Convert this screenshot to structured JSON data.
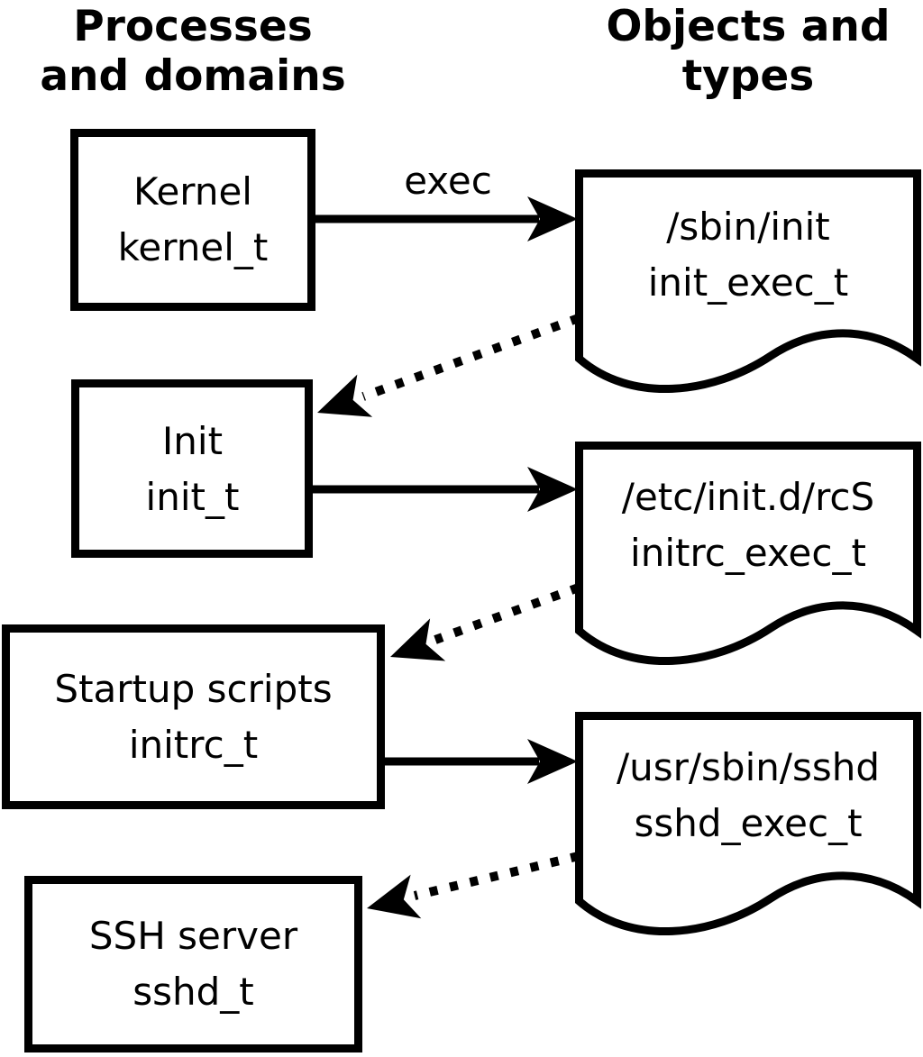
{
  "headers": {
    "left": {
      "line1": "Processes",
      "line2": "and domains"
    },
    "right": {
      "line1": "Objects and",
      "line2": "types"
    }
  },
  "processes": [
    {
      "id": "kernel",
      "name": "Kernel",
      "type": "kernel_t"
    },
    {
      "id": "init",
      "name": "Init",
      "type": "init_t"
    },
    {
      "id": "initrc",
      "name": "Startup scripts",
      "type": "initrc_t"
    },
    {
      "id": "sshd",
      "name": "SSH server",
      "type": "sshd_t"
    }
  ],
  "objects": [
    {
      "id": "sbin-init",
      "path": "/sbin/init",
      "type": "init_exec_t"
    },
    {
      "id": "etc-init-rcs",
      "path": "/etc/init.d/rcS",
      "type": "initrc_exec_t"
    },
    {
      "id": "usr-sbin-sshd",
      "path": "/usr/sbin/sshd",
      "type": "sshd_exec_t"
    }
  ],
  "arrows": [
    {
      "from": "kernel",
      "to": "sbin-init",
      "style": "solid",
      "label": "exec"
    },
    {
      "from": "sbin-init",
      "to": "init",
      "style": "dotted",
      "label": ""
    },
    {
      "from": "init",
      "to": "etc-init-rcs",
      "style": "solid",
      "label": ""
    },
    {
      "from": "etc-init-rcs",
      "to": "initrc",
      "style": "dotted",
      "label": ""
    },
    {
      "from": "initrc",
      "to": "usr-sbin-sshd",
      "style": "solid",
      "label": ""
    },
    {
      "from": "usr-sbin-sshd",
      "to": "sshd",
      "style": "dotted",
      "label": ""
    }
  ],
  "colors": {
    "foreground": "#000000",
    "background": "#ffffff"
  }
}
